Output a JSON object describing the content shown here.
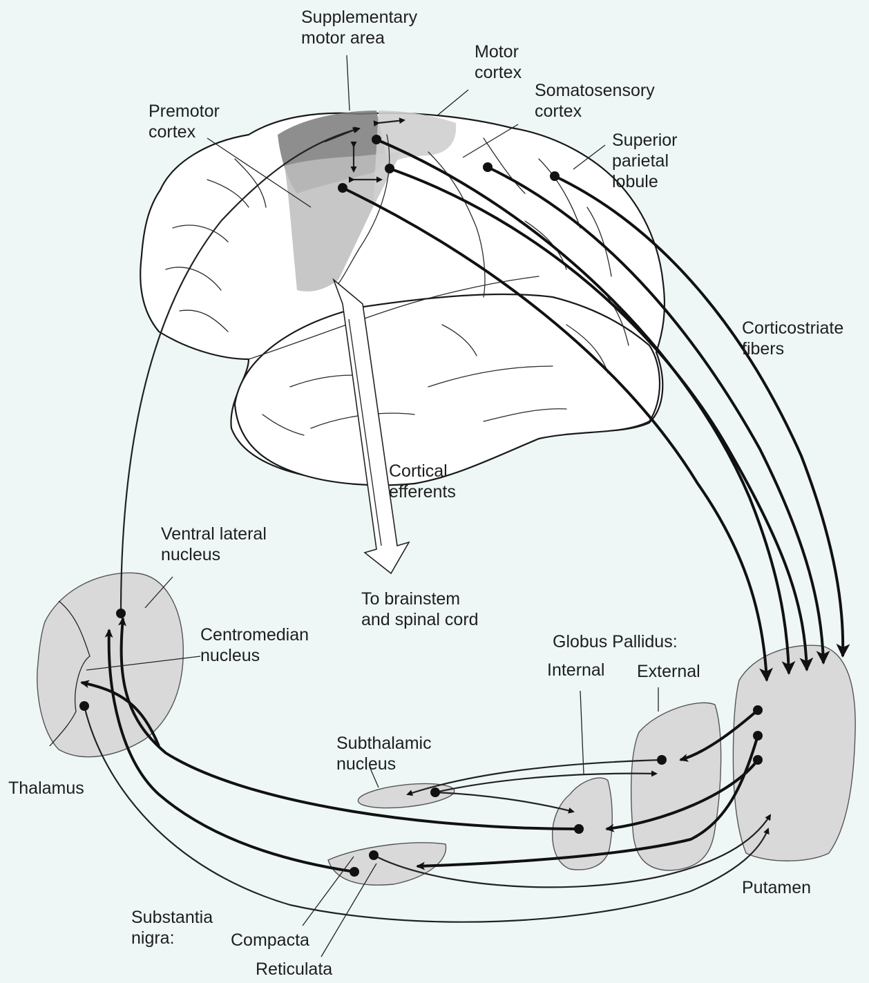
{
  "labels": {
    "supplementary_motor_area": "Supplementary\nmotor area",
    "motor_cortex": "Motor\ncortex",
    "premotor_cortex": "Premotor\ncortex",
    "somatosensory_cortex": "Somatosensory\ncortex",
    "superior_parietal_lobule": "Superior\nparietal\nlobule",
    "corticostriate_fibers": "Corticostriate\nfibers",
    "cortical_efferents": "Cortical\nefferents",
    "to_brainstem": "To brainstem\nand spinal cord",
    "ventral_lateral_nucleus": "Ventral lateral\nnucleus",
    "centromedian_nucleus": "Centromedian\nnucleus",
    "thalamus": "Thalamus",
    "globus_pallidus": "Globus Pallidus:",
    "internal": "Internal",
    "external": "External",
    "subthalamic_nucleus": "Subthalamic\nnucleus",
    "putamen": "Putamen",
    "substantia_nigra": "Substantia\nnigra:",
    "compacta": "Compacta",
    "reticulata": "Reticulata"
  },
  "colors": {
    "background": "#eef6f6",
    "nucleus_fill": "#d9d9d9",
    "motor_area_dark": "#7a7a7a",
    "motor_area_light": "#c8c8c8",
    "fiber": "#111111"
  }
}
